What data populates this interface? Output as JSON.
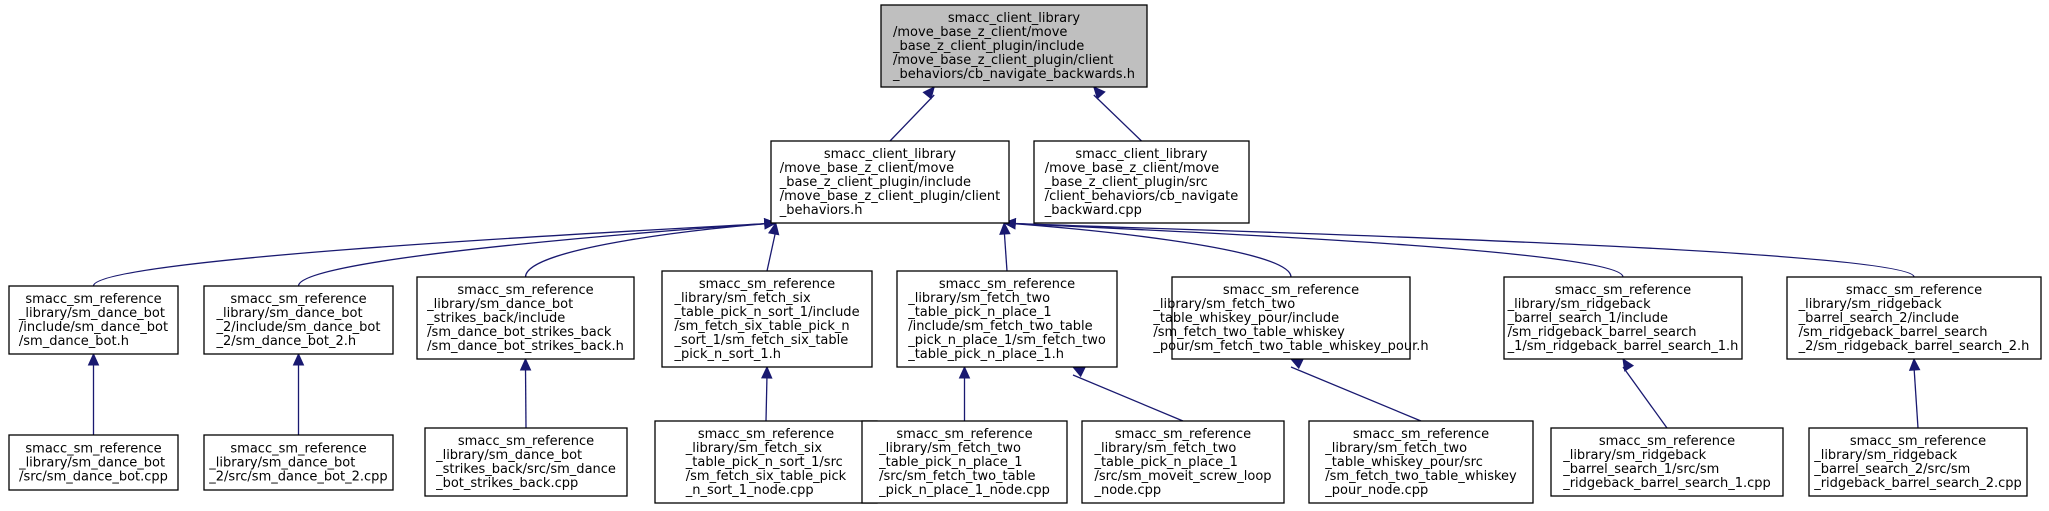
{
  "nodes": [
    {
      "id": "root",
      "lines": [
        "smacc_client_library",
        "/move_base_z_client/move",
        "_base_z_client_plugin/include",
        "/move_base_z_client_plugin/client",
        "_behaviors/cb_navigate_backwards.h"
      ]
    },
    {
      "id": "client_behaviors_h",
      "lines": [
        "smacc_client_library",
        "/move_base_z_client/move",
        "_base_z_client_plugin/include",
        "/move_base_z_client_plugin/client",
        "_behaviors.h"
      ]
    },
    {
      "id": "cb_navigate_backward_cpp",
      "lines": [
        "smacc_client_library",
        "/move_base_z_client/move",
        "_base_z_client_plugin/src",
        "/client_behaviors/cb_navigate",
        "_backward.cpp"
      ]
    },
    {
      "id": "sm_dance_bot_h",
      "lines": [
        "smacc_sm_reference",
        "_library/sm_dance_bot",
        "/include/sm_dance_bot",
        "/sm_dance_bot.h"
      ]
    },
    {
      "id": "sm_dance_bot_2_h",
      "lines": [
        "smacc_sm_reference",
        "_library/sm_dance_bot",
        "_2/include/sm_dance_bot",
        "_2/sm_dance_bot_2.h"
      ]
    },
    {
      "id": "sm_dance_bot_strikes_back_h",
      "lines": [
        "smacc_sm_reference",
        "_library/sm_dance_bot",
        "_strikes_back/include",
        "/sm_dance_bot_strikes_back",
        "/sm_dance_bot_strikes_back.h"
      ]
    },
    {
      "id": "sm_fetch_six_h",
      "lines": [
        "smacc_sm_reference",
        "_library/sm_fetch_six",
        "_table_pick_n_sort_1/include",
        "/sm_fetch_six_table_pick_n",
        "_sort_1/sm_fetch_six_table",
        "_pick_n_sort_1.h"
      ]
    },
    {
      "id": "sm_fetch_two_place_h",
      "lines": [
        "smacc_sm_reference",
        "_library/sm_fetch_two",
        "_table_pick_n_place_1",
        "/include/sm_fetch_two_table",
        "_pick_n_place_1/sm_fetch_two",
        "_table_pick_n_place_1.h"
      ]
    },
    {
      "id": "sm_fetch_two_whiskey_h",
      "lines": [
        "smacc_sm_reference",
        "_library/sm_fetch_two",
        "_table_whiskey_pour/include",
        "/sm_fetch_two_table_whiskey",
        "_pour/sm_fetch_two_table_whiskey_pour.h"
      ]
    },
    {
      "id": "sm_ridgeback_1_h",
      "lines": [
        "smacc_sm_reference",
        "_library/sm_ridgeback",
        "_barrel_search_1/include",
        "/sm_ridgeback_barrel_search",
        "_1/sm_ridgeback_barrel_search_1.h"
      ]
    },
    {
      "id": "sm_ridgeback_2_h",
      "lines": [
        "smacc_sm_reference",
        "_library/sm_ridgeback",
        "_barrel_search_2/include",
        "/sm_ridgeback_barrel_search",
        "_2/sm_ridgeback_barrel_search_2.h"
      ]
    },
    {
      "id": "sm_dance_bot_cpp",
      "lines": [
        "smacc_sm_reference",
        "_library/sm_dance_bot",
        "/src/sm_dance_bot.cpp"
      ]
    },
    {
      "id": "sm_dance_bot_2_cpp",
      "lines": [
        "smacc_sm_reference",
        "_library/sm_dance_bot",
        "_2/src/sm_dance_bot_2.cpp"
      ]
    },
    {
      "id": "sm_dance_bot_strikes_back_cpp",
      "lines": [
        "smacc_sm_reference",
        "_library/sm_dance_bot",
        "_strikes_back/src/sm_dance",
        "_bot_strikes_back.cpp"
      ]
    },
    {
      "id": "sm_fetch_six_node_cpp",
      "lines": [
        "smacc_sm_reference",
        "_library/sm_fetch_six",
        "_table_pick_n_sort_1/src",
        "/sm_fetch_six_table_pick",
        "_n_sort_1_node.cpp"
      ]
    },
    {
      "id": "sm_fetch_two_place_node_cpp",
      "lines": [
        "smacc_sm_reference",
        "_library/sm_fetch_two",
        "_table_pick_n_place_1",
        "/src/sm_fetch_two_table",
        "_pick_n_place_1_node.cpp"
      ]
    },
    {
      "id": "sm_moveit_screw_loop_cpp",
      "lines": [
        "smacc_sm_reference",
        "_library/sm_fetch_two",
        "_table_pick_n_place_1",
        "/src/sm_moveit_screw_loop",
        "_node.cpp"
      ]
    },
    {
      "id": "sm_fetch_two_whiskey_node_cpp",
      "lines": [
        "smacc_sm_reference",
        "_library/sm_fetch_two",
        "_table_whiskey_pour/src",
        "/sm_fetch_two_table_whiskey",
        "_pour_node.cpp"
      ]
    },
    {
      "id": "sm_ridgeback_1_cpp",
      "lines": [
        "smacc_sm_reference",
        "_library/sm_ridgeback",
        "_barrel_search_1/src/sm",
        "_ridgeback_barrel_search_1.cpp"
      ]
    },
    {
      "id": "sm_ridgeback_2_cpp",
      "lines": [
        "smacc_sm_reference",
        "_library/sm_ridgeback",
        "_barrel_search_2/src/sm",
        "_ridgeback_barrel_search_2.cpp"
      ]
    }
  ],
  "edges": [
    {
      "from": "client_behaviors_h",
      "to": "root"
    },
    {
      "from": "cb_navigate_backward_cpp",
      "to": "root"
    },
    {
      "from": "sm_dance_bot_h",
      "to": "client_behaviors_h"
    },
    {
      "from": "sm_dance_bot_2_h",
      "to": "client_behaviors_h"
    },
    {
      "from": "sm_dance_bot_strikes_back_h",
      "to": "client_behaviors_h"
    },
    {
      "from": "sm_fetch_six_h",
      "to": "client_behaviors_h"
    },
    {
      "from": "sm_fetch_two_place_h",
      "to": "client_behaviors_h"
    },
    {
      "from": "sm_fetch_two_whiskey_h",
      "to": "client_behaviors_h"
    },
    {
      "from": "sm_ridgeback_1_h",
      "to": "client_behaviors_h"
    },
    {
      "from": "sm_ridgeback_2_h",
      "to": "client_behaviors_h"
    },
    {
      "from": "sm_dance_bot_cpp",
      "to": "sm_dance_bot_h"
    },
    {
      "from": "sm_dance_bot_2_cpp",
      "to": "sm_dance_bot_2_h"
    },
    {
      "from": "sm_dance_bot_strikes_back_cpp",
      "to": "sm_dance_bot_strikes_back_h"
    },
    {
      "from": "sm_fetch_six_node_cpp",
      "to": "sm_fetch_six_h"
    },
    {
      "from": "sm_fetch_two_place_node_cpp",
      "to": "sm_fetch_two_place_h"
    },
    {
      "from": "sm_moveit_screw_loop_cpp",
      "to": "sm_fetch_two_place_h"
    },
    {
      "from": "sm_fetch_two_whiskey_node_cpp",
      "to": "sm_fetch_two_whiskey_h"
    },
    {
      "from": "sm_ridgeback_1_cpp",
      "to": "sm_ridgeback_1_h"
    },
    {
      "from": "sm_ridgeback_2_cpp",
      "to": "sm_ridgeback_2_h"
    }
  ],
  "colors": {
    "edge": "#191970",
    "root_fill": "#bfbfbf",
    "node_fill": "#ffffff",
    "border": "#000000"
  }
}
